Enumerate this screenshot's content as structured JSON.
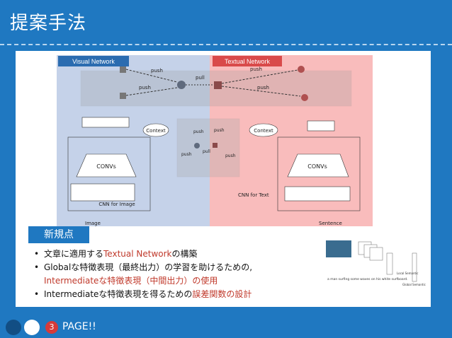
{
  "title": "提案手法",
  "diagram": {
    "visual_label": "Visual Network",
    "textual_label": "Textual Network",
    "push": "push",
    "pull": "pull",
    "context": "Context",
    "convs": "CONVs",
    "cnn_image": "CNN for Image",
    "cnn_text": "CNN for Text",
    "image": "Image",
    "sentence": "Sentence"
  },
  "badge": "新規点",
  "bullets": [
    {
      "pre": "文章に適用する",
      "red": "Textual Network",
      "post": "の構築",
      "red2": ""
    },
    {
      "pre": "Globalな特徴表現（最終出力）の学習を助けるための,",
      "red": "",
      "post": "",
      "red2": "Intermediateな特徴表現（中間出力）の使用"
    },
    {
      "pre": "Intermediateな特徴表現を得るための",
      "red": "誤差関数の設計",
      "post": "",
      "red2": ""
    }
  ],
  "thumb": {
    "caption": "a man surfing some waves on his white surfboard.",
    "local": "Local Semantic",
    "global": "Global Semantic"
  },
  "footer": {
    "page_number": "3",
    "page_label": "PAGE!!"
  },
  "colors": {
    "primary": "#1f78c1",
    "red": "#c0392b"
  }
}
